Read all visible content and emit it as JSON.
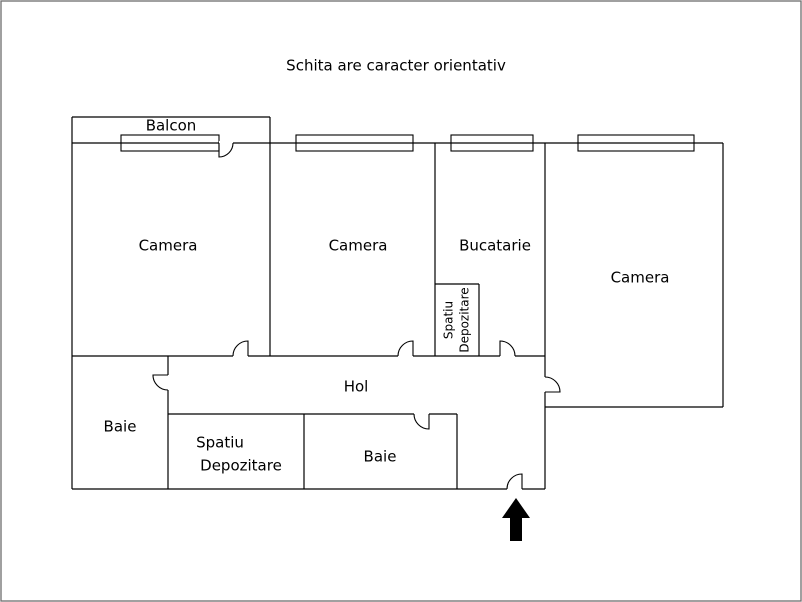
{
  "title": "Schita are caracter orientativ",
  "rooms": {
    "balcon": "Balcon",
    "camera_1": "Camera",
    "camera_2": "Camera",
    "bucatarie": "Bucatarie",
    "camera_3": "Camera",
    "spatiu_depozitare_small_line1": "Spatiu",
    "spatiu_depozitare_small_line2": "Depozitare",
    "hol": "Hol",
    "baie_left": "Baie",
    "spatiu_depozitare_line1": "Spatiu",
    "spatiu_depozitare_line2": "Depozitare",
    "baie_middle": "Baie"
  },
  "colors": {
    "line": "#000000",
    "background": "#ffffff",
    "entrance_arrow": "#000000"
  },
  "icons": {
    "entrance": "entrance-arrow-icon"
  }
}
